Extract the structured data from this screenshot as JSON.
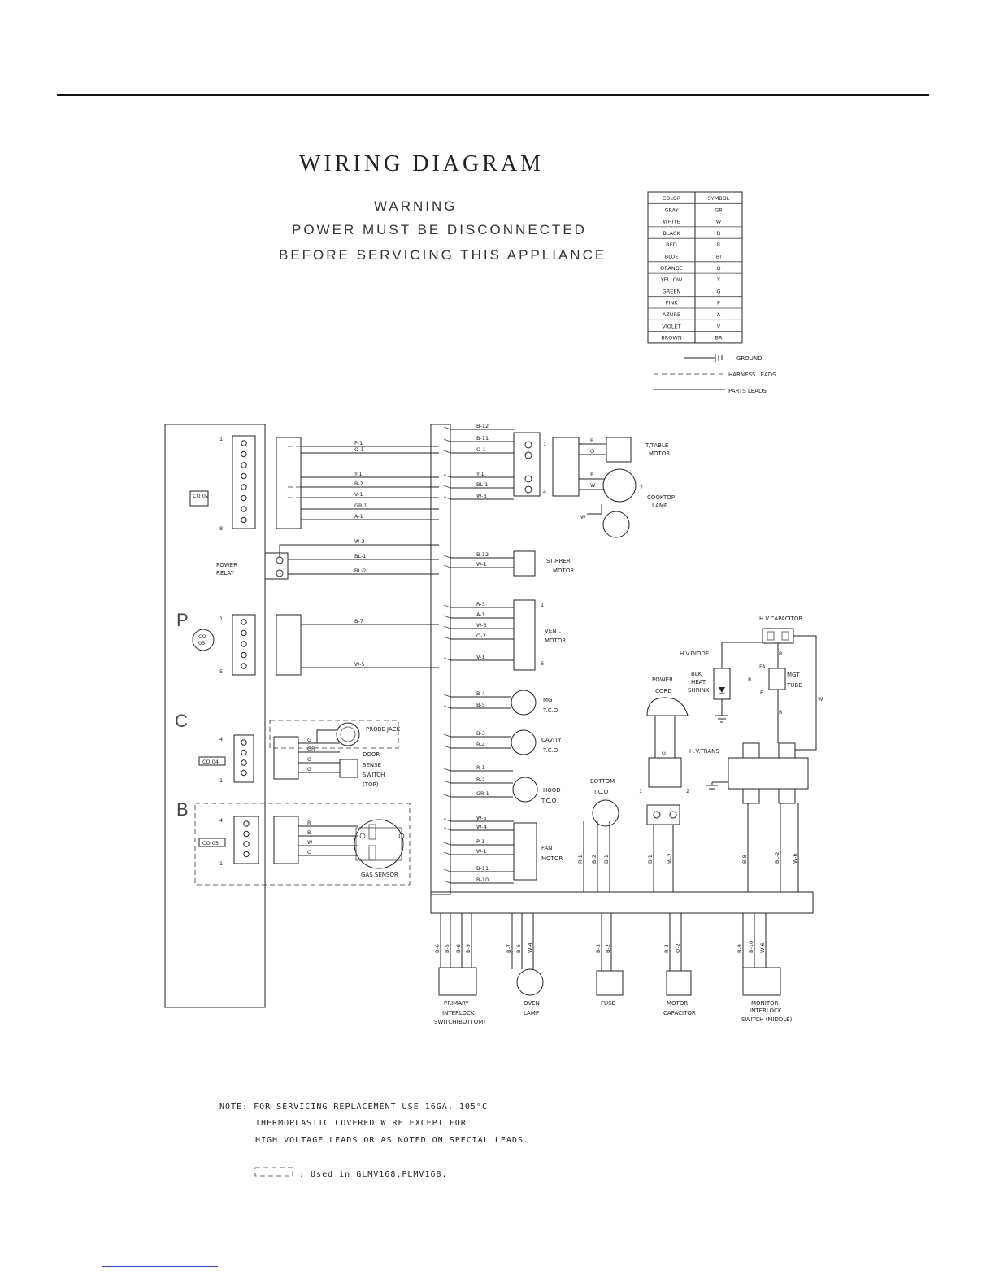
{
  "title": "WIRING DIAGRAM",
  "warning": {
    "heading": "WARNING",
    "line1": "POWER MUST BE DISCONNECTED",
    "line2": "BEFORE SERVICING THIS APPLIANCE"
  },
  "color_table": {
    "headers": [
      "COLOR",
      "SYMBOL"
    ],
    "rows": [
      [
        "GRAY",
        "GR"
      ],
      [
        "WHITE",
        "W"
      ],
      [
        "BLACK",
        "B"
      ],
      [
        "RED",
        "R"
      ],
      [
        "BLUE",
        "BI"
      ],
      [
        "ORANGE",
        "O"
      ],
      [
        "YELLOW",
        "Y"
      ],
      [
        "GREEN",
        "G"
      ],
      [
        "PINK",
        "P"
      ],
      [
        "AZURE",
        "A"
      ],
      [
        "VIOLET",
        "V"
      ],
      [
        "BROWN",
        "BR"
      ]
    ]
  },
  "legend": {
    "ground": "GROUND",
    "harness": "HARNESS    LEADS",
    "parts": "PARTS    LEADS"
  },
  "board": {
    "letters": [
      "P",
      "C",
      "B"
    ],
    "co02": "CO 02",
    "co03": "CO 03",
    "co04": "CO 04",
    "co05": "CO 05",
    "pin_1": "1",
    "pin_8": "8",
    "pin_5": "5",
    "pin_4": "4",
    "power_relay": "POWER RELAY"
  },
  "wires": {
    "co02": [
      "P-1",
      "O-1",
      "Y-1",
      "R-2",
      "V-1",
      "GR-1",
      "A-1"
    ],
    "relay": [
      "W-2",
      "BL-1",
      "BL-2"
    ],
    "co03": [
      "B-7",
      "W-5"
    ],
    "co04": [
      "G",
      "GR",
      "O",
      "G"
    ],
    "co05": [
      "R",
      "B",
      "W",
      "O"
    ]
  },
  "components": {
    "probe_jack": "PROBE JACK",
    "door_sense": "DOOR SENSE SWITCH (TOP)",
    "gas_sensor": "GAS SENSOR",
    "ttable_motor": "T/TABLE MOTOR",
    "cooktop_lamp": "COOKTOP LAMP",
    "stirrer_motor": "STIRRER MOTOR",
    "vent_motor": "VENT. MOTOR",
    "mgt_tco": "MGT T.C.O",
    "cavity_tco": "CAVITY T.C.O",
    "hood_tco": "HOOD T.C.O",
    "fan_motor": "FAN MOTOR",
    "bottom_tco": "BOTTOM T.C.O",
    "power_cord": "POWER CORD",
    "hv_capacitor": "H.V.CAPACITOR",
    "hv_diode": "H.V.DIODE",
    "blk_heat_shrink": "BLK HEAT SHRINK",
    "mgt_tube": "MGT TUBE",
    "hv_trans": "H.V.TRANS",
    "primary_interlock": "PRIMARY INTERLOCK SWITCH(BOTTOM)",
    "oven_lamp": "OVEN LAMP",
    "fuse": "FUSE",
    "motor_capacitor": "MOTOR CAPACITOR",
    "monitor_interlock": "MONITOR INTERLOCK SWITCH (MIDDLE)"
  },
  "right_wires": {
    "ttable": [
      "B-12",
      "B-11",
      "O-1"
    ],
    "cooktop": [
      "Y-1",
      "BL-1",
      "W-3"
    ],
    "stirrer": [
      "B-12",
      "W-1"
    ],
    "vent": [
      "R-3",
      "A-1",
      "W-3",
      "O-2",
      "V-1"
    ],
    "mgt": [
      "B-4",
      "B-5"
    ],
    "cavity": [
      "B-3",
      "B-4"
    ],
    "hood": [
      "R-1",
      "R-2",
      "GR-1"
    ],
    "fan": [
      "W-5",
      "W-4",
      "P-1",
      "W-1",
      "B-11",
      "B-10"
    ]
  },
  "bottom_wires": {
    "primary": [
      "B-6",
      "B-5",
      "B-8",
      "B-9"
    ],
    "oven_lamp": [
      "B-7",
      "B-6",
      "W-4"
    ],
    "fuse": [
      "B-3",
      "B-2"
    ],
    "motor_cap": [
      "R-3",
      "O-2"
    ],
    "monitor": [
      "B-9",
      "B-10",
      "W-6"
    ],
    "bottom_tco": [
      "R-1",
      "B-2",
      "B-1"
    ],
    "power_cord": [
      "B-1",
      "W-2"
    ],
    "trans": [
      "B-8",
      "BL-2",
      "W-6"
    ]
  },
  "note": {
    "line1": "NOTE: FOR SERVICING REPLACEMENT USE 16GA, 105°C",
    "line2": "THERMOPLASTIC COVERED WIRE EXCEPT FOR",
    "line3": "HIGH VOLTAGE LEADS OR AS NOTED ON SPECIAL LEADS.",
    "used_in": ": Used in GLMV168,PLMV168."
  }
}
